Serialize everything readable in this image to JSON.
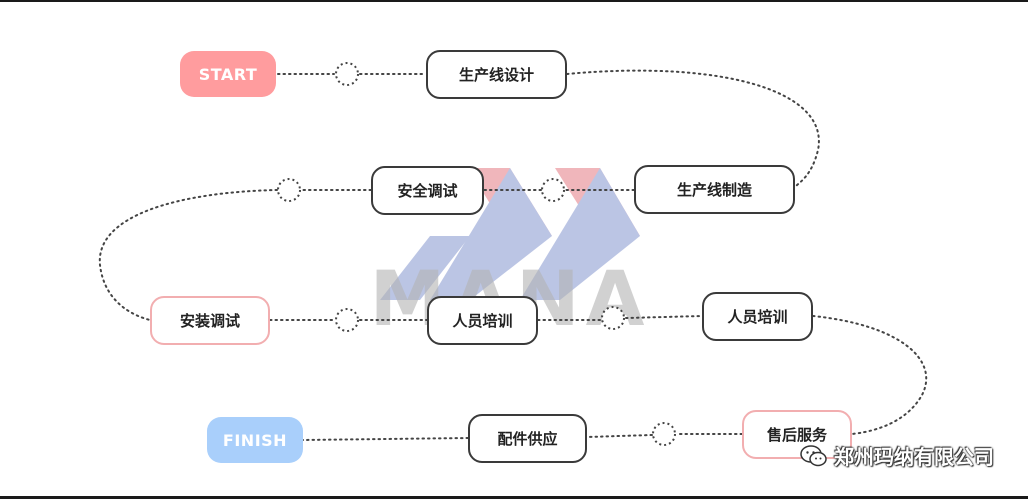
{
  "nodes": {
    "start": "START",
    "line_design": "生产线设计",
    "line_manufacture": "生产线制造",
    "safety_debug": "安全调试",
    "install_debug": "安装调试",
    "training_a": "人员培训",
    "training_b": "人员培训",
    "after_sales": "售后服务",
    "parts_supply": "配件供应",
    "finish": "FINISH"
  },
  "logo_text": "MANA",
  "watermark": {
    "icon": "wechat-icon",
    "text": "郑州玛纳有限公司"
  },
  "colors": {
    "start": "#ff9c9e",
    "finish": "#a9cffb",
    "pink_border": "#f2aeb0",
    "logo_red": "#e0606a",
    "logo_blue": "#6b7fc4",
    "logo_gray": "#b4b4b4"
  }
}
